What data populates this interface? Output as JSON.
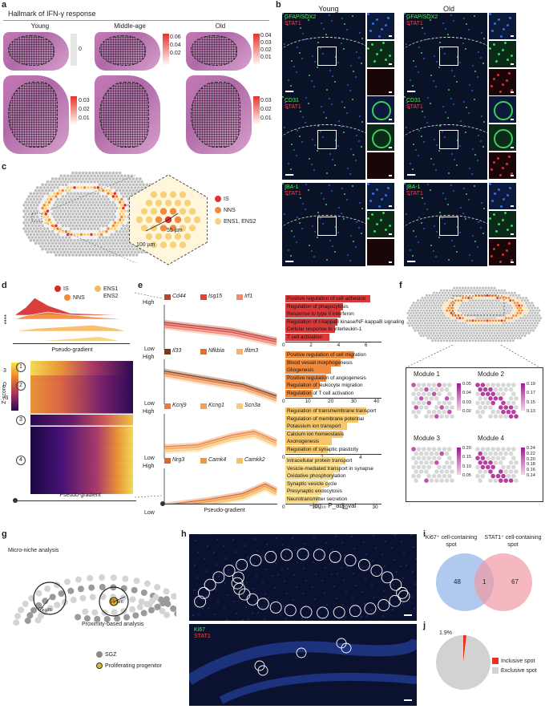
{
  "panel_labels": {
    "a": "a",
    "b": "b",
    "c": "c",
    "d": "d",
    "e": "e",
    "f": "f",
    "g": "g",
    "h": "h",
    "i": "i",
    "j": "j"
  },
  "panel_a": {
    "title": "Hallmark of IFN-γ response",
    "columns": [
      "Young",
      "Middle-age",
      "Old"
    ],
    "row1_scales": [
      [
        "0"
      ],
      [
        "0.06",
        "0.04",
        "0.02"
      ],
      [
        "0.04",
        "0.03",
        "0.02",
        "0.01"
      ]
    ],
    "row2_scales": [
      [
        "0.03",
        "0.02",
        "0.01"
      ],
      [
        "0.03",
        "0.02",
        "0.01"
      ]
    ]
  },
  "panel_b": {
    "columns": [
      "Young",
      "Old"
    ],
    "rows": [
      {
        "marker_green": "GFAP/SOX2",
        "marker_red": "STAT1"
      },
      {
        "marker_green": "CD31",
        "marker_red": "STAT1"
      },
      {
        "marker_green": "IBA-1",
        "marker_red": "STAT1"
      }
    ]
  },
  "panel_c": {
    "distance_inner": "55 µm",
    "distance_outer": "100 µm",
    "legend": [
      {
        "label": "IS",
        "color": "#e03030"
      },
      {
        "label": "NNS",
        "color": "#f08a3c"
      },
      {
        "label": "ENS1, ENS2",
        "color": "#f7d27a"
      }
    ]
  },
  "panel_d": {
    "legend": [
      {
        "label": "IS",
        "color": "#d62828"
      },
      {
        "label": "NNS",
        "color": "#f08a3c"
      },
      {
        "label": "ENS1",
        "color": "#f7b860"
      },
      {
        "label": "ENS2",
        "color": "#f7d27a"
      }
    ],
    "significance": "****",
    "axis_label": "Pseudo-gradient",
    "zscore_label": "Z-score",
    "zscore_ticks": [
      "3",
      "0",
      "-3"
    ],
    "modules": [
      "1",
      "2",
      "3",
      "4"
    ]
  },
  "panel_e": {
    "y_high": "High",
    "y_low": "Low",
    "x_label": "Pseudo-gradient",
    "gene_groups": [
      [
        {
          "gene": "Cd44",
          "color": "#b5473a"
        },
        {
          "gene": "Isg15",
          "color": "#e04040"
        },
        {
          "gene": "Irf1",
          "color": "#f08a70"
        }
      ],
      [
        {
          "gene": "Il33",
          "color": "#7a3a1a"
        },
        {
          "gene": "Nfkbia",
          "color": "#e0702a"
        },
        {
          "gene": "Ifitm3",
          "color": "#f5b070"
        }
      ],
      [
        {
          "gene": "Kcnj9",
          "color": "#e87c3c"
        },
        {
          "gene": "Kcng1",
          "color": "#f2a050"
        },
        {
          "gene": "Scn3a",
          "color": "#f7cc7a"
        }
      ],
      [
        {
          "gene": "Nrg3",
          "color": "#d9682a"
        },
        {
          "gene": "Camk4",
          "color": "#f09640"
        },
        {
          "gene": "Camkk2",
          "color": "#f7c060"
        }
      ]
    ],
    "go_terms": [
      {
        "color": "#d83a3a",
        "terms": [
          {
            "label": "Positive regulation of cell adhesion",
            "value": 6.2
          },
          {
            "label": "Regulation of phagocytosis",
            "value": 4.2
          },
          {
            "label": "Response to type II interferon",
            "value": 4.0
          },
          {
            "label": "Regulation of I-kappaB kinase/NF-kappaB signaling",
            "value": 3.8
          },
          {
            "label": "Cellular response to interleukin-1",
            "value": 3.6
          },
          {
            "label": "T cell activation",
            "value": 3.2
          }
        ],
        "ticks": [
          "0",
          "2",
          "4",
          "6"
        ],
        "max": 7
      },
      {
        "color": "#f08a3c",
        "terms": [
          {
            "label": "Positive regulation of cell migration",
            "value": 30
          },
          {
            "label": "Blood vessel morphogenesis",
            "value": 24
          },
          {
            "label": "Gliogenesis",
            "value": 20
          },
          {
            "label": "Positive regulation of angiogenesis",
            "value": 18
          },
          {
            "label": "Regulation of leukocyte migration",
            "value": 15
          },
          {
            "label": "Regulation of T cell activation",
            "value": 12
          }
        ],
        "ticks": [
          "0",
          "10",
          "20",
          "30",
          "40"
        ],
        "max": 42
      },
      {
        "color": "#f5c66a",
        "terms": [
          {
            "label": "Regulation of transmembrane transport",
            "value": 4.2
          },
          {
            "label": "Regulation of membrane potential",
            "value": 3.8
          },
          {
            "label": "Potassium ion transport",
            "value": 3.2
          },
          {
            "label": "Calcium ion homeostasis",
            "value": 3.0
          },
          {
            "label": "Axonogenesis",
            "value": 2.4
          },
          {
            "label": "Regulation of synaptic plasticity",
            "value": 2.2
          }
        ],
        "ticks": [
          "0",
          "2",
          "4"
        ],
        "max": 5
      },
      {
        "color": "#f7d98a",
        "terms": [
          {
            "label": "Intracellular protein transport",
            "value": 20
          },
          {
            "label": "Vesicle-mediated transport in synapse",
            "value": 18
          },
          {
            "label": "Oxidative phosphorylation",
            "value": 16
          },
          {
            "label": "Synaptic vesicle cycle",
            "value": 14
          },
          {
            "label": "Presynaptic endocytosis",
            "value": 12
          },
          {
            "label": "Neurotransmitter secretion",
            "value": 11
          }
        ],
        "ticks": [
          "0",
          "10",
          "20",
          "30"
        ],
        "max": 32
      }
    ],
    "x_axis_label": "−log₁₀ P_adj_val"
  },
  "panel_f": {
    "modules": [
      {
        "name": "Module 1",
        "ticks": [
          "0.05",
          "0.04",
          "0.03",
          "0.02"
        ]
      },
      {
        "name": "Module 2",
        "ticks": [
          "0.19",
          "0.17",
          "0.15",
          "0.13"
        ]
      },
      {
        "name": "Module 3",
        "ticks": [
          "0.20",
          "0.15",
          "0.10",
          "0.05"
        ]
      },
      {
        "name": "Module 4",
        "ticks": [
          "0.24",
          "0.22",
          "0.20",
          "0.18",
          "0.16",
          "0.14"
        ]
      }
    ]
  },
  "panel_g": {
    "micro_niche_label": "Micro-niche analysis",
    "proximity_label": "Proximity-based analysis",
    "dist_left": "55 µm",
    "dist_right": "55 µm",
    "legend": [
      {
        "label": "SGZ",
        "color": "#888888"
      },
      {
        "label": "Proliferating progenitor",
        "color": "#e0b830"
      }
    ]
  },
  "panel_h": {
    "marker_green": "Ki67",
    "marker_red": "STAT1"
  },
  "panel_i": {
    "left_label": "Ki67⁺ cell-containing spot",
    "right_label": "STAT1⁺ cell-containing spot",
    "left_only": "48",
    "overlap": "1",
    "right_only": "67",
    "left_color": "#8fb3e8",
    "right_color": "#f29aa5"
  },
  "panel_j": {
    "percent_label": "1.9%",
    "slices": [
      {
        "label": "Inclusive spot",
        "value": 1.9,
        "color": "#e8321f"
      },
      {
        "label": "Exclusive spot",
        "value": 98.1,
        "color": "#d2d2d2"
      }
    ]
  }
}
